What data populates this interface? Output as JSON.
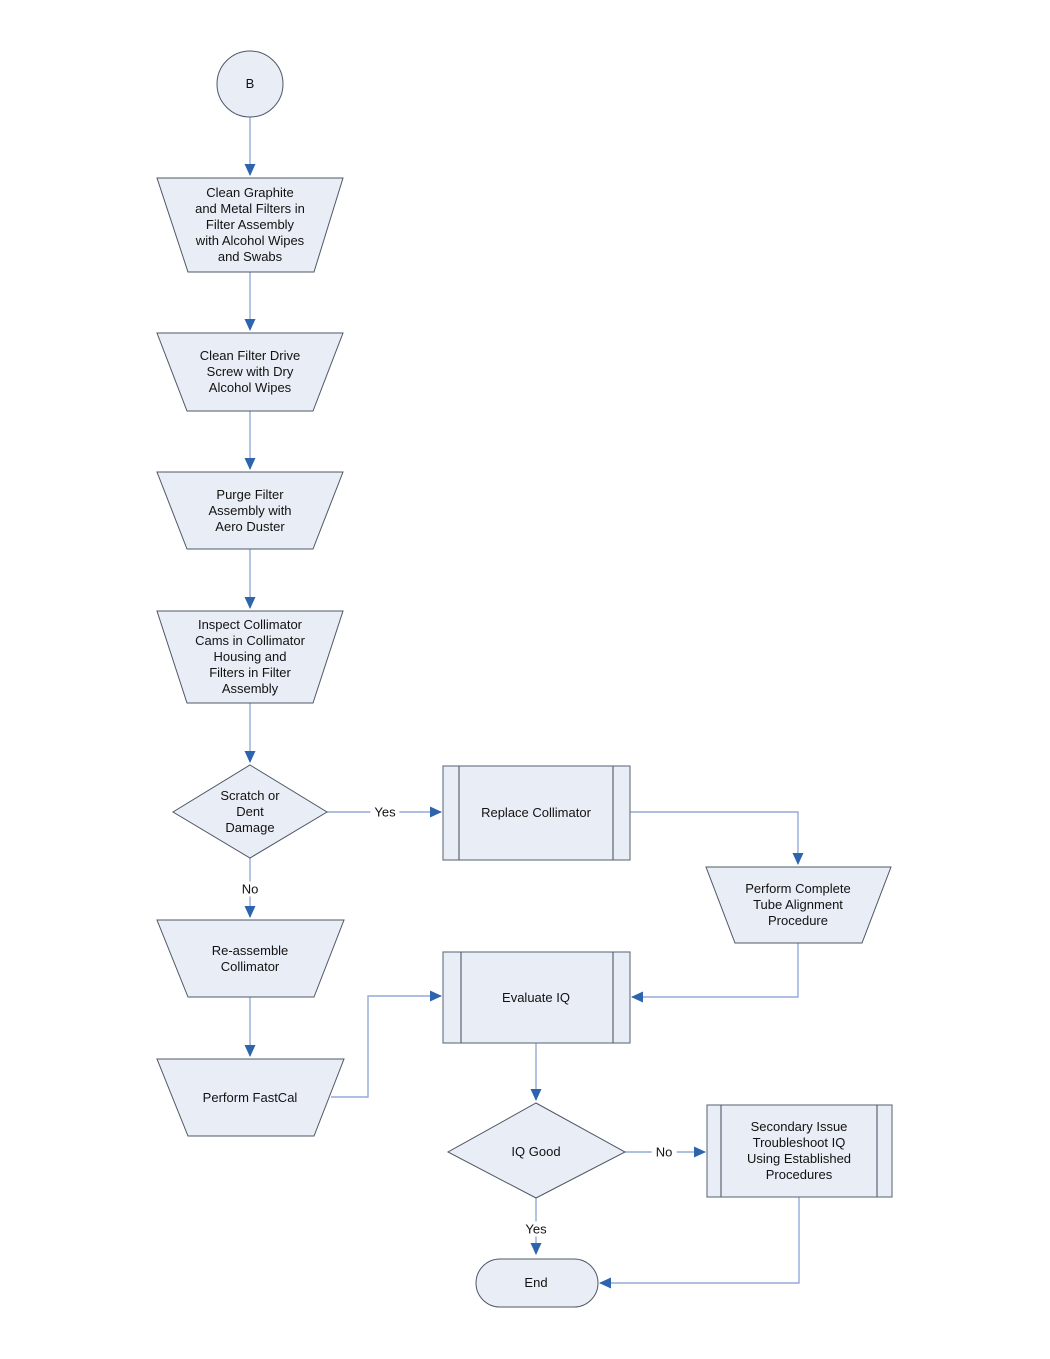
{
  "diagram": {
    "colors": {
      "shape_fill": "#e9edf6",
      "shape_border": "#4e5866",
      "predefined_border": "#6e7a8a",
      "connector_line": "#94acd9",
      "arrowhead": "#2e64ad",
      "text": "#121212"
    },
    "nodes": [
      {
        "id": "connector-b",
        "type": "circle-connector",
        "label": "B"
      },
      {
        "id": "clean-graphite-filters",
        "type": "manual-operation",
        "label": "Clean Graphite\nand Metal Filters in\nFilter Assembly\nwith Alcohol Wipes\nand Swabs"
      },
      {
        "id": "clean-filter-drive-screw",
        "type": "manual-operation",
        "label": "Clean Filter Drive\nScrew with Dry\nAlcohol Wipes"
      },
      {
        "id": "purge-filter-assembly",
        "type": "manual-operation",
        "label": "Purge Filter\nAssembly with\nAero Duster"
      },
      {
        "id": "inspect-collimator-cams",
        "type": "manual-operation",
        "label": "Inspect Collimator\nCams in Collimator\nHousing and\nFilters in Filter\nAssembly"
      },
      {
        "id": "scratch-or-dent-decision",
        "type": "decision",
        "label": "Scratch or\nDent\nDamage"
      },
      {
        "id": "replace-collimator",
        "type": "predefined-process",
        "label": "Replace Collimator"
      },
      {
        "id": "perform-tube-alignment",
        "type": "manual-operation",
        "label": "Perform Complete\nTube Alignment\nProcedure"
      },
      {
        "id": "reassemble-collimator",
        "type": "manual-operation",
        "label": "Re-assemble\nCollimator"
      },
      {
        "id": "perform-fastcal",
        "type": "manual-operation",
        "label": "Perform FastCal"
      },
      {
        "id": "evaluate-iq",
        "type": "predefined-process",
        "label": "Evaluate IQ"
      },
      {
        "id": "iq-good-decision",
        "type": "decision",
        "label": "IQ Good"
      },
      {
        "id": "secondary-issue-troubleshoot",
        "type": "predefined-process",
        "label": "Secondary Issue\nTroubleshoot IQ\nUsing Established\nProcedures"
      },
      {
        "id": "end-terminator",
        "type": "terminator",
        "label": "End"
      }
    ],
    "edge_labels": [
      {
        "id": "scratch-yes",
        "label": "Yes"
      },
      {
        "id": "scratch-no",
        "label": "No"
      },
      {
        "id": "iq-good-no",
        "label": "No"
      },
      {
        "id": "iq-good-yes",
        "label": "Yes"
      }
    ]
  }
}
